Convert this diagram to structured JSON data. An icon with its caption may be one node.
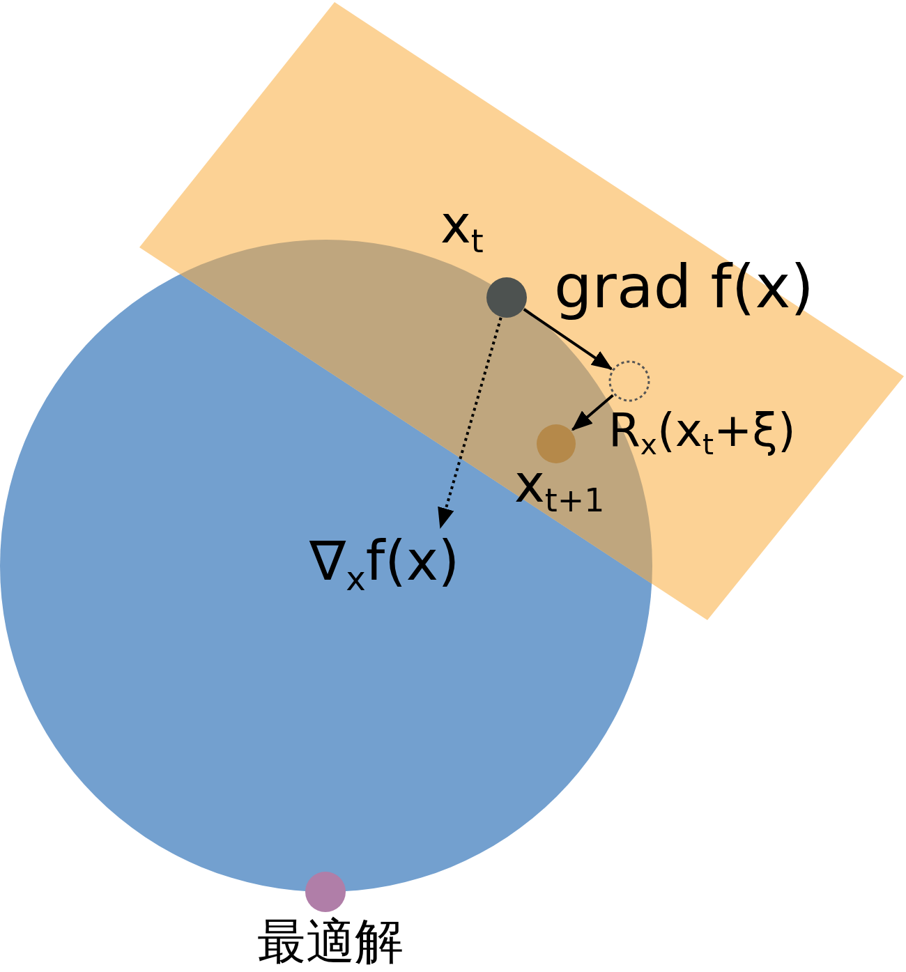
{
  "diagram": {
    "nodes": [
      {
        "text": [
          "x$_{t}$"
        ]
      },
      {
        "text": [],
        "shape": "circle"
      },
      {
        "text": [
          "x$_{t+1}$"
        ]
      },
      {
        "text": [
          "∇$_{x}$f(x)"
        ]
      },
      {
        "text": [
          "最適解"
        ]
      }
    ],
    "edges": [
      {
        "from": 0,
        "to": 1,
        "arrow": "to",
        "label": "grad f(x)"
      },
      {
        "from": 1,
        "to": 2,
        "arrow": "to",
        "label": "R$_{x}$(x$_{t}$+ξ)"
      },
      {
        "from": 0,
        "to": 3,
        "arrow": "to",
        "style": "dashed"
      }
    ]
  }
}
